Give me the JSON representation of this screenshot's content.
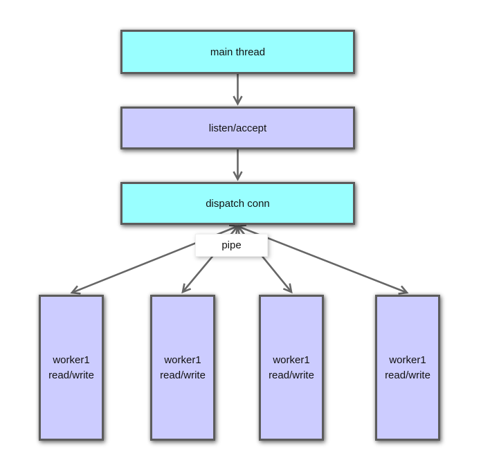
{
  "diagram": {
    "description": "Multi-process server architecture flow diagram",
    "nodes": {
      "main_thread": {
        "label": "main thread",
        "fill": "#99ffff"
      },
      "listen_accept": {
        "label": "listen/accept",
        "fill": "#ccccff"
      },
      "dispatch_conn": {
        "label": "dispatch conn",
        "fill": "#99ffff"
      },
      "pipe": {
        "label": "pipe",
        "fill": "#ffffff"
      },
      "workers": [
        {
          "label": "worker1\nread/write",
          "fill": "#ccccff"
        },
        {
          "label": "worker1\nread/write",
          "fill": "#ccccff"
        },
        {
          "label": "worker1\nread/write",
          "fill": "#ccccff"
        },
        {
          "label": "worker1\nread/write",
          "fill": "#ccccff"
        }
      ]
    },
    "edges": [
      {
        "from": "main thread",
        "to": "listen/accept",
        "direction": "one-way"
      },
      {
        "from": "listen/accept",
        "to": "dispatch conn",
        "direction": "one-way"
      },
      {
        "from": "dispatch conn",
        "to": "worker1",
        "via": "pipe",
        "direction": "two-way"
      },
      {
        "from": "dispatch conn",
        "to": "worker1",
        "via": "pipe",
        "direction": "two-way"
      },
      {
        "from": "dispatch conn",
        "to": "worker1",
        "via": "pipe",
        "direction": "two-way"
      },
      {
        "from": "dispatch conn",
        "to": "worker1",
        "via": "pipe",
        "direction": "two-way"
      }
    ],
    "colors": {
      "background": "#ffffff",
      "box_border": "#5c5c5c",
      "arrow": "#666666",
      "text": "#111111",
      "cyan_fill": "#99ffff",
      "lavender_fill": "#ccccff"
    }
  }
}
